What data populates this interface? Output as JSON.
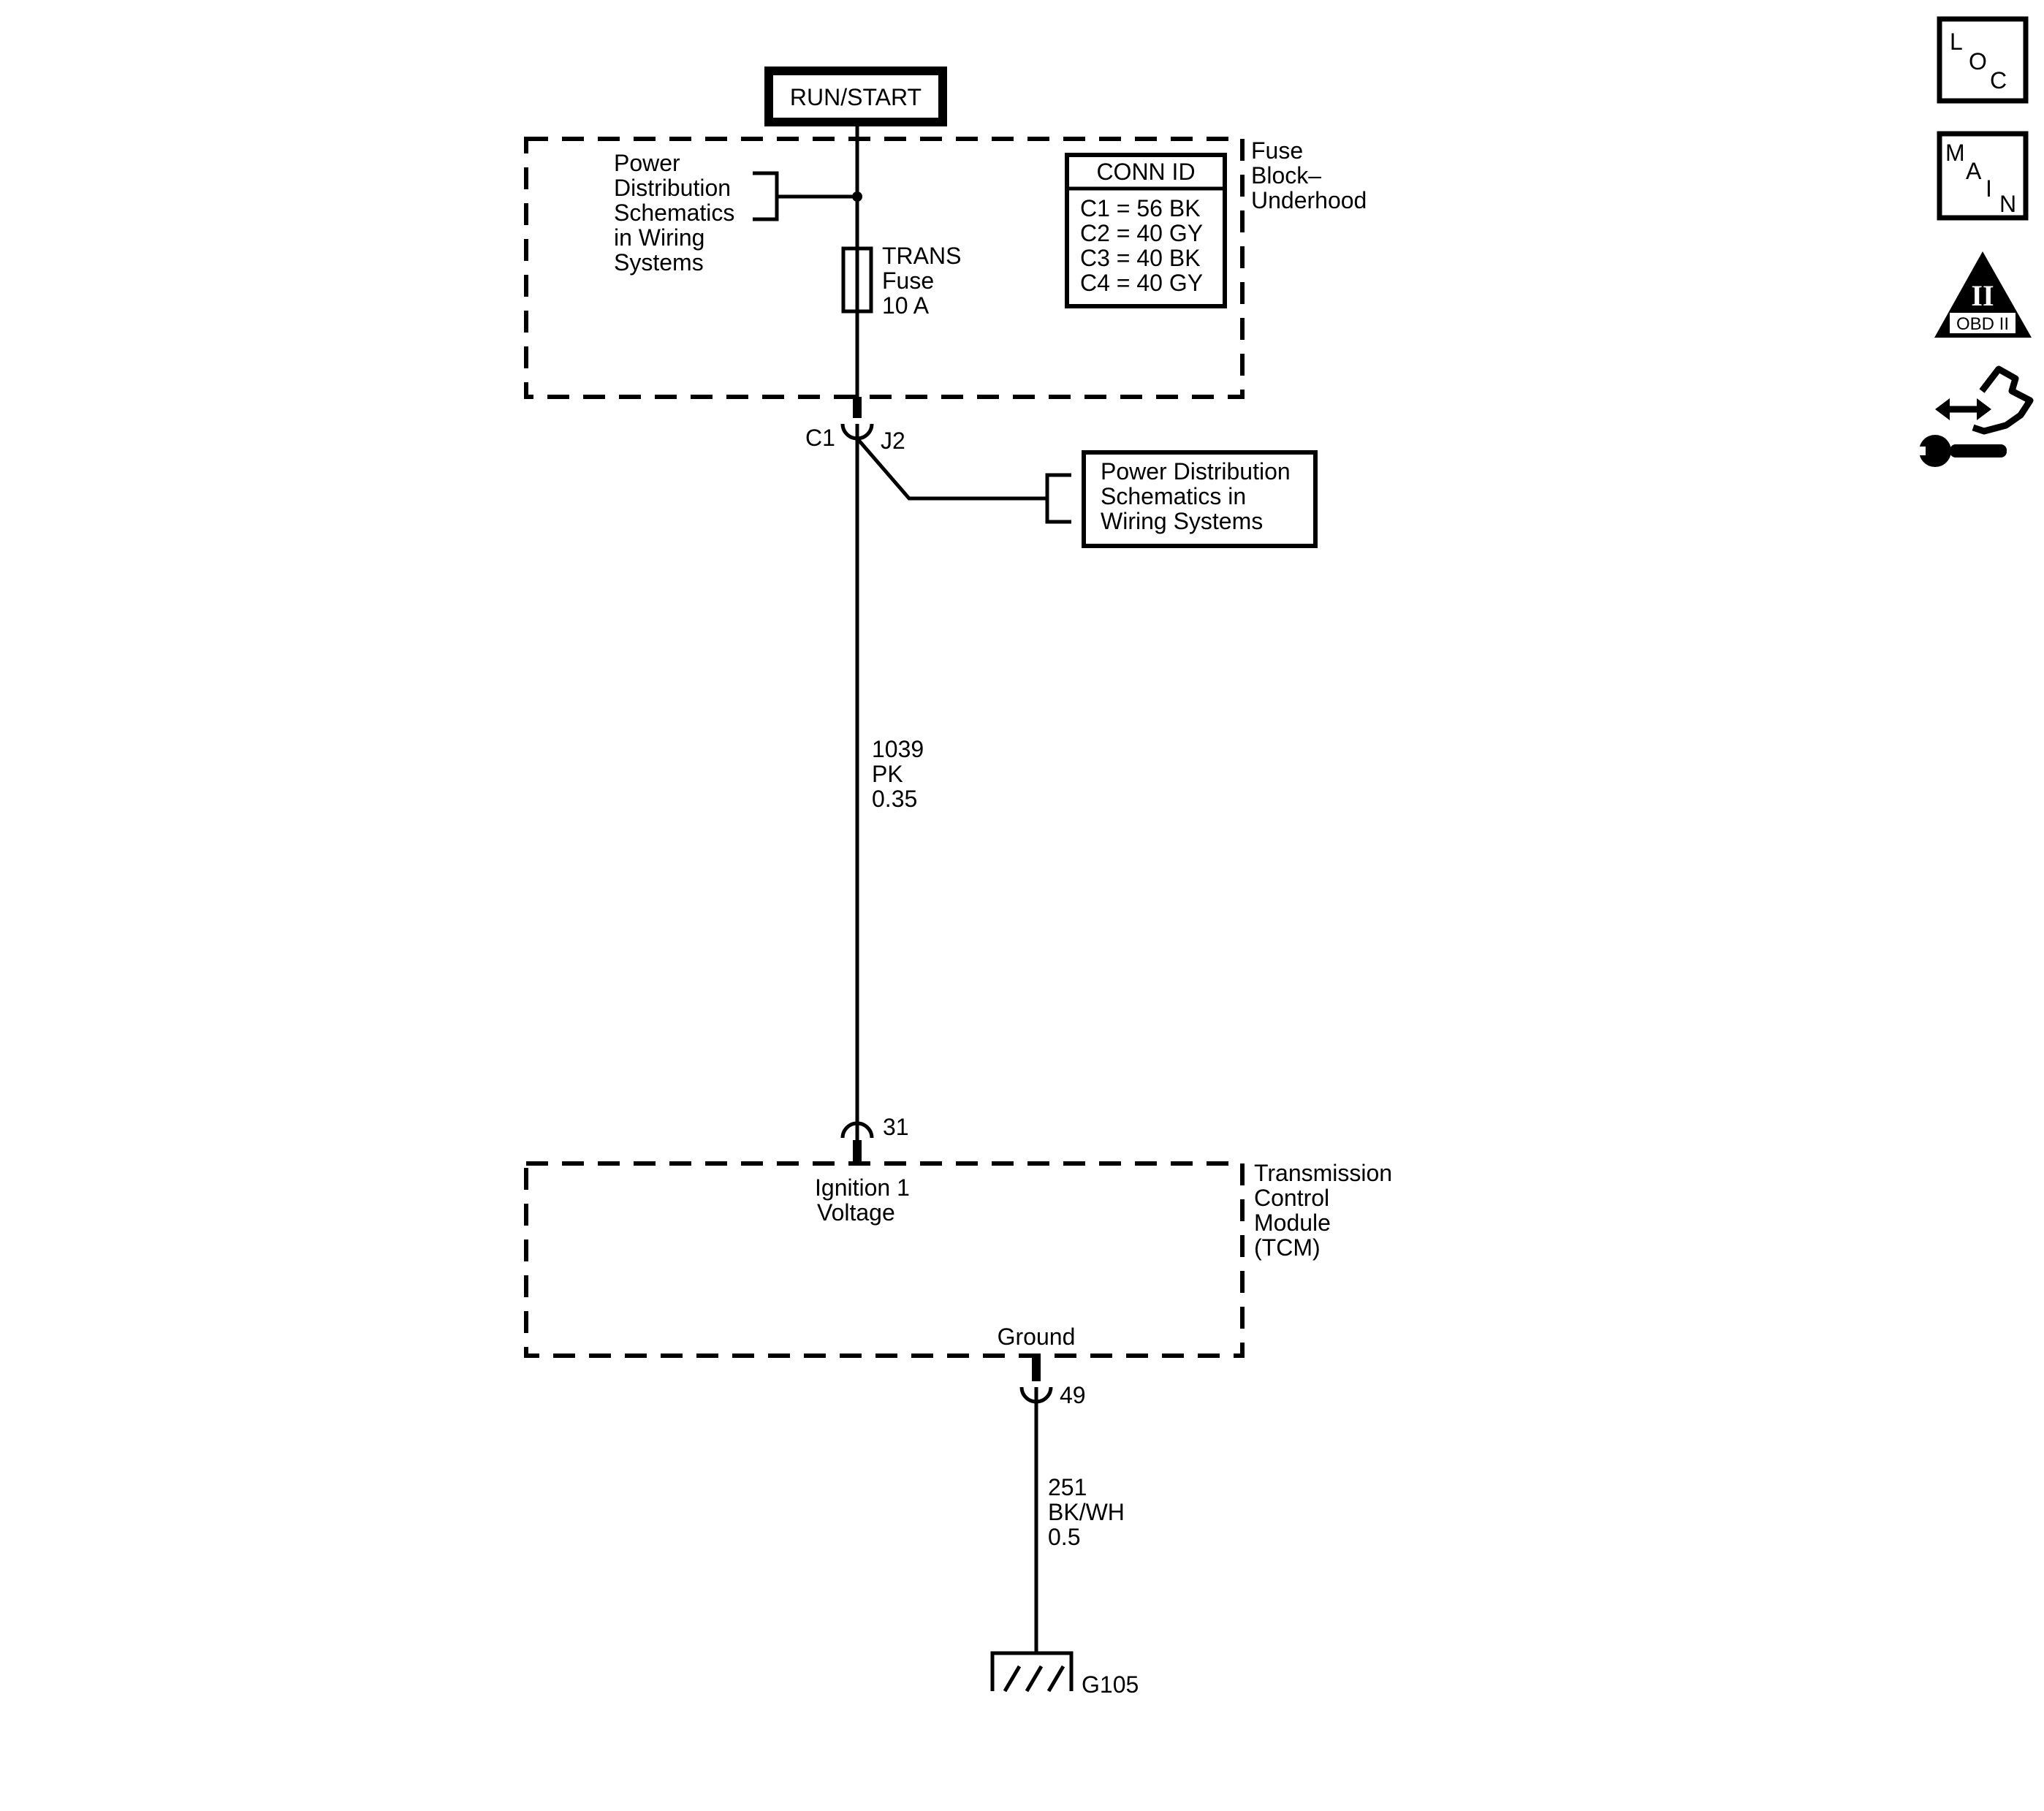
{
  "power_source": {
    "label": "RUN/START"
  },
  "fuse_block": {
    "name_lines": [
      "Fuse",
      "Block–",
      "Underhood"
    ],
    "feed_ref_lines": [
      "Power",
      "Distribution",
      "Schematics",
      "in Wiring",
      "Systems"
    ],
    "fuse_lines": [
      "TRANS",
      "Fuse",
      "10 A"
    ],
    "conn_id": {
      "title": "CONN ID",
      "rows": [
        "C1 = 56 BK",
        "C2 = 40 GY",
        "C3 = 40 BK",
        "C4 = 40 GY"
      ]
    },
    "connector": "C1",
    "cavity": "J2"
  },
  "splice_ref": {
    "lines": [
      "Power Distribution",
      "Schematics in",
      "Wiring Systems"
    ]
  },
  "circuit_ignition": {
    "lines": [
      "1039",
      "PK",
      "0.35"
    ],
    "tcm_pin": "31"
  },
  "tcm": {
    "name_lines": [
      "Transmission",
      "Control",
      "Module",
      "(TCM)"
    ],
    "input_lines": [
      "Ignition 1",
      "Voltage"
    ],
    "ground_label": "Ground"
  },
  "circuit_ground": {
    "lines": [
      "251",
      "BK/WH",
      "0.5"
    ],
    "tcm_pin": "49"
  },
  "ground_point": {
    "label": "G105"
  },
  "nav_icons": {
    "loc": {
      "icon": "loc-icon",
      "letters": [
        "L",
        "O",
        "C"
      ]
    },
    "main": {
      "icon": "main-icon",
      "letters": [
        "M",
        "A",
        "I",
        "N"
      ]
    },
    "obd": {
      "icon": "obd-ii-icon",
      "numeral": "II",
      "label": "OBD II"
    },
    "repair": {
      "icon": "repair-wrench-icon"
    }
  }
}
